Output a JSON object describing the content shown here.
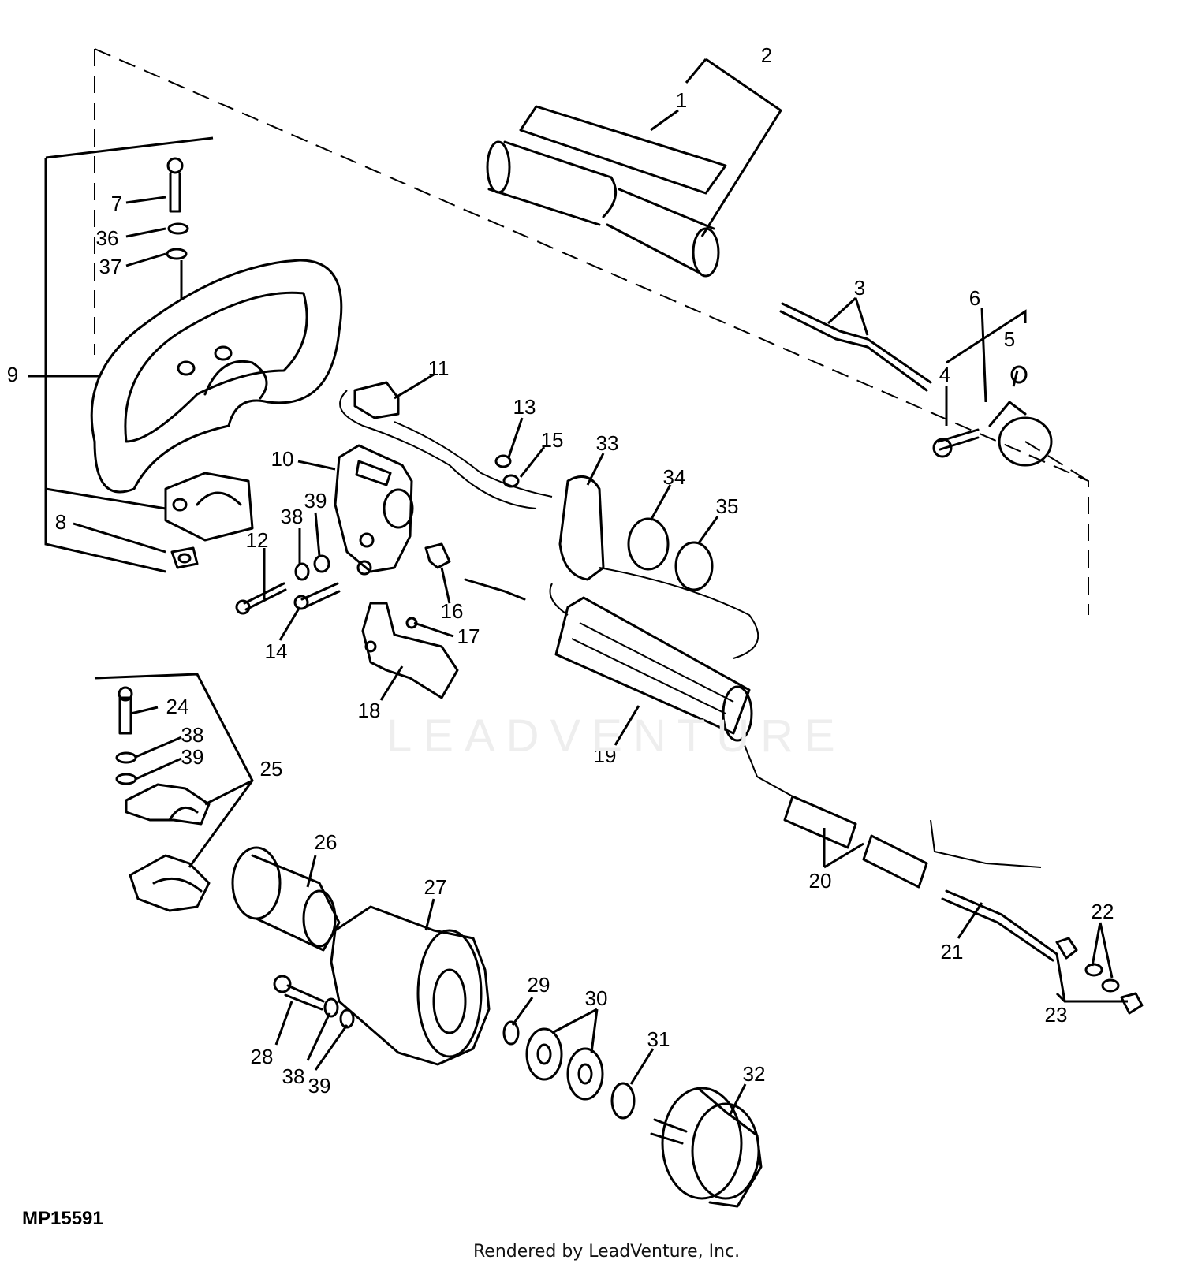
{
  "diagram": {
    "code": "MP15591",
    "footer": "Rendered by LeadVenture, Inc.",
    "watermark": "LEADVENTURE"
  },
  "callouts": [
    {
      "id": "c1",
      "label": "1"
    },
    {
      "id": "c2",
      "label": "2"
    },
    {
      "id": "c3",
      "label": "3"
    },
    {
      "id": "c4",
      "label": "4"
    },
    {
      "id": "c5",
      "label": "5"
    },
    {
      "id": "c6",
      "label": "6"
    },
    {
      "id": "c7",
      "label": "7"
    },
    {
      "id": "c8",
      "label": "8"
    },
    {
      "id": "c9",
      "label": "9"
    },
    {
      "id": "c10",
      "label": "10"
    },
    {
      "id": "c11",
      "label": "11"
    },
    {
      "id": "c12",
      "label": "12"
    },
    {
      "id": "c13",
      "label": "13"
    },
    {
      "id": "c14",
      "label": "14"
    },
    {
      "id": "c15",
      "label": "15"
    },
    {
      "id": "c16",
      "label": "16"
    },
    {
      "id": "c17",
      "label": "17"
    },
    {
      "id": "c18",
      "label": "18"
    },
    {
      "id": "c19",
      "label": "19"
    },
    {
      "id": "c20",
      "label": "20"
    },
    {
      "id": "c21",
      "label": "21"
    },
    {
      "id": "c22",
      "label": "22"
    },
    {
      "id": "c23",
      "label": "23"
    },
    {
      "id": "c24",
      "label": "24"
    },
    {
      "id": "c25",
      "label": "25"
    },
    {
      "id": "c26",
      "label": "26"
    },
    {
      "id": "c27",
      "label": "27"
    },
    {
      "id": "c28",
      "label": "28"
    },
    {
      "id": "c29",
      "label": "29"
    },
    {
      "id": "c30",
      "label": "30"
    },
    {
      "id": "c31",
      "label": "31"
    },
    {
      "id": "c32",
      "label": "32"
    },
    {
      "id": "c33",
      "label": "33"
    },
    {
      "id": "c34",
      "label": "34"
    },
    {
      "id": "c35",
      "label": "35"
    },
    {
      "id": "c36",
      "label": "36"
    },
    {
      "id": "c37",
      "label": "37"
    },
    {
      "id": "c38a",
      "label": "38"
    },
    {
      "id": "c39a",
      "label": "39"
    },
    {
      "id": "c38b",
      "label": "38"
    },
    {
      "id": "c39b",
      "label": "39"
    },
    {
      "id": "c38c",
      "label": "38"
    },
    {
      "id": "c39c",
      "label": "39"
    }
  ]
}
